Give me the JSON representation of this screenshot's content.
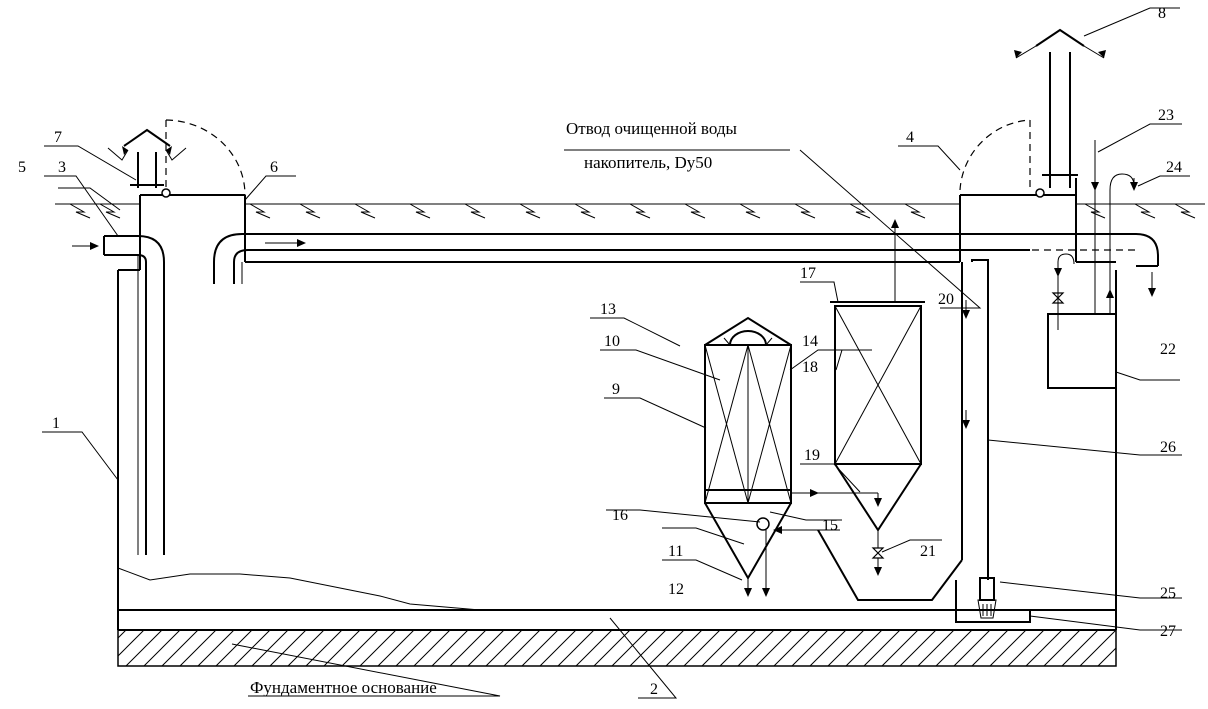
{
  "callouts": {
    "c1": "1",
    "c2": "2",
    "c3": "3",
    "c4": "4",
    "c5": "5",
    "c6": "6",
    "c7": "7",
    "c8": "8",
    "c9": "9",
    "c10": "10",
    "c11": "11",
    "c12": "12",
    "c13": "13",
    "c14": "14",
    "c15": "15",
    "c16": "16",
    "c17": "17",
    "c18": "18",
    "c19": "19",
    "c20": "20",
    "c21": "21",
    "c22": "22",
    "c23": "23",
    "c24": "24",
    "c25": "25",
    "c26": "26",
    "c27": "27"
  },
  "texts": {
    "outlet_line1": "Отвод очищенной воды",
    "outlet_line2": "накопитель, Dy50",
    "foundation": "Фундаментное основание"
  }
}
